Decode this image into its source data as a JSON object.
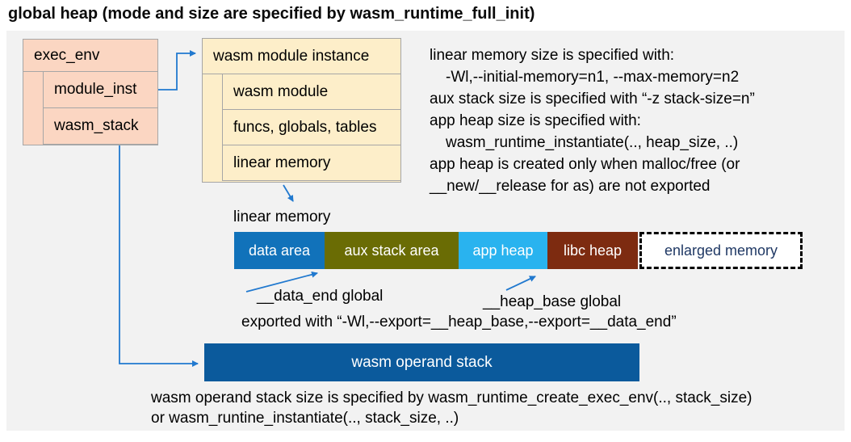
{
  "title": "global heap (mode and size are specified by wasm_runtime_full_init)",
  "exec_env": {
    "header": "exec_env",
    "rows": [
      "module_inst",
      "wasm_stack"
    ]
  },
  "module_instance": {
    "header": "wasm module instance",
    "rows": [
      "wasm module",
      "funcs, globals, tables",
      "linear memory"
    ]
  },
  "notes_right": {
    "lines": [
      "linear memory size is specified with:",
      "-Wl,--initial-memory=n1, --max-memory=n2",
      "aux stack size is specified with “-z stack-size=n”",
      "app heap size is specified with:",
      "wasm_runtime_instantiate(.., heap_size, ..)",
      "app heap is created only when malloc/free (or",
      "__new/__release for as) are not exported"
    ]
  },
  "linear_memory": {
    "label": "linear memory",
    "segments": [
      {
        "label": "data area",
        "color": "#1172ba",
        "text_color": "#ffffff"
      },
      {
        "label": "aux stack area",
        "color": "#6a6c04",
        "text_color": "#ffffff"
      },
      {
        "label": "app heap",
        "color": "#29b3ef",
        "text_color": "#ffffff"
      },
      {
        "label": "libc heap",
        "color": "#7d2b10",
        "text_color": "#ffffff"
      },
      {
        "label": "enlarged memory",
        "color": "#ffffff",
        "text_color": "#1f3864"
      }
    ]
  },
  "annotations": {
    "data_end_label": "__data_end global",
    "heap_base_label": "__heap_base global",
    "exported_line": "exported with “-Wl,--export=__heap_base,--export=__data_end”"
  },
  "operand_stack": {
    "label": "wasm operand stack",
    "color": "#0b5a9c",
    "text_color": "#ffffff"
  },
  "notes_bottom": {
    "lines": [
      "wasm operand stack size is specified by wasm_runtime_create_exec_env(.., stack_size)",
      "or wasm_runtine_instantiate(.., stack_size, ..)"
    ]
  },
  "style_colors": {
    "arrow": "#2179cf",
    "box_pink": "#fbd6c2",
    "box_cream": "#fdeec9",
    "panel": "#f2f2f2",
    "border": "#a6a6a6"
  }
}
